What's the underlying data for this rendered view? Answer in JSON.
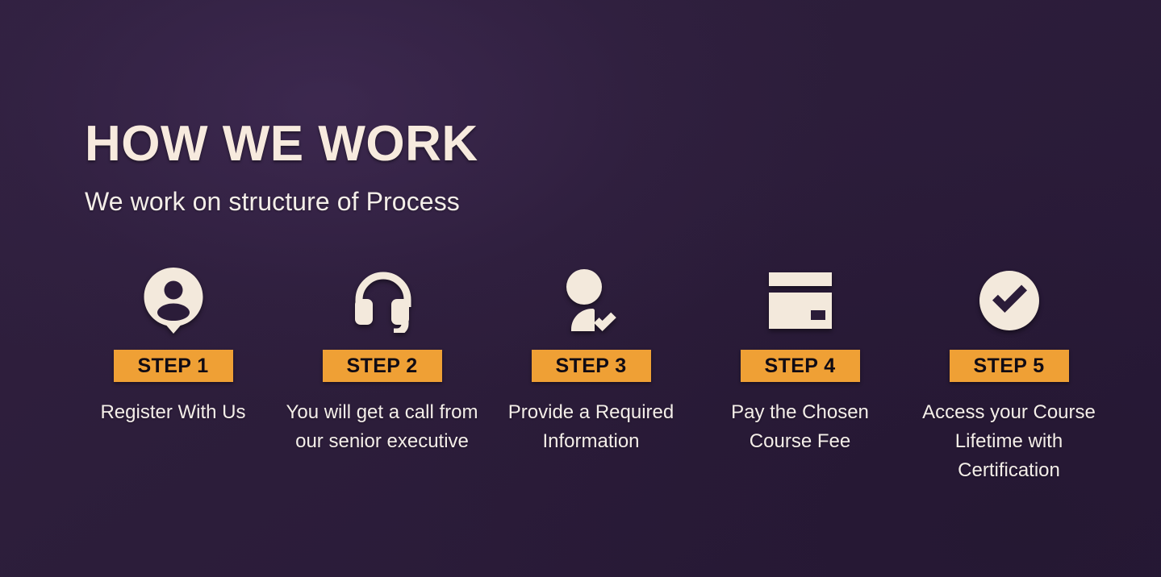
{
  "header": {
    "title": "HOW WE WORK",
    "subtitle": "We work on structure of Process"
  },
  "colors": {
    "background": "#2b1c39",
    "badge_orange": "#efa035",
    "badge_text": "#100b14",
    "text_cream": "#f4eee9",
    "icon_cream": "#f3e9dc"
  },
  "steps": [
    {
      "icon": "user-pin-icon",
      "badge": "STEP 1",
      "caption": "Register With Us"
    },
    {
      "icon": "headset-icon",
      "badge": "STEP 2",
      "caption": "You will get a call from our senior executive"
    },
    {
      "icon": "user-check-icon",
      "badge": "STEP 3",
      "caption": "Provide a Required Information"
    },
    {
      "icon": "credit-card-icon",
      "badge": "STEP 4",
      "caption": "Pay the Chosen Course Fee"
    },
    {
      "icon": "check-circle-icon",
      "badge": "STEP 5",
      "caption": "Access your Course Lifetime with Certification"
    }
  ]
}
